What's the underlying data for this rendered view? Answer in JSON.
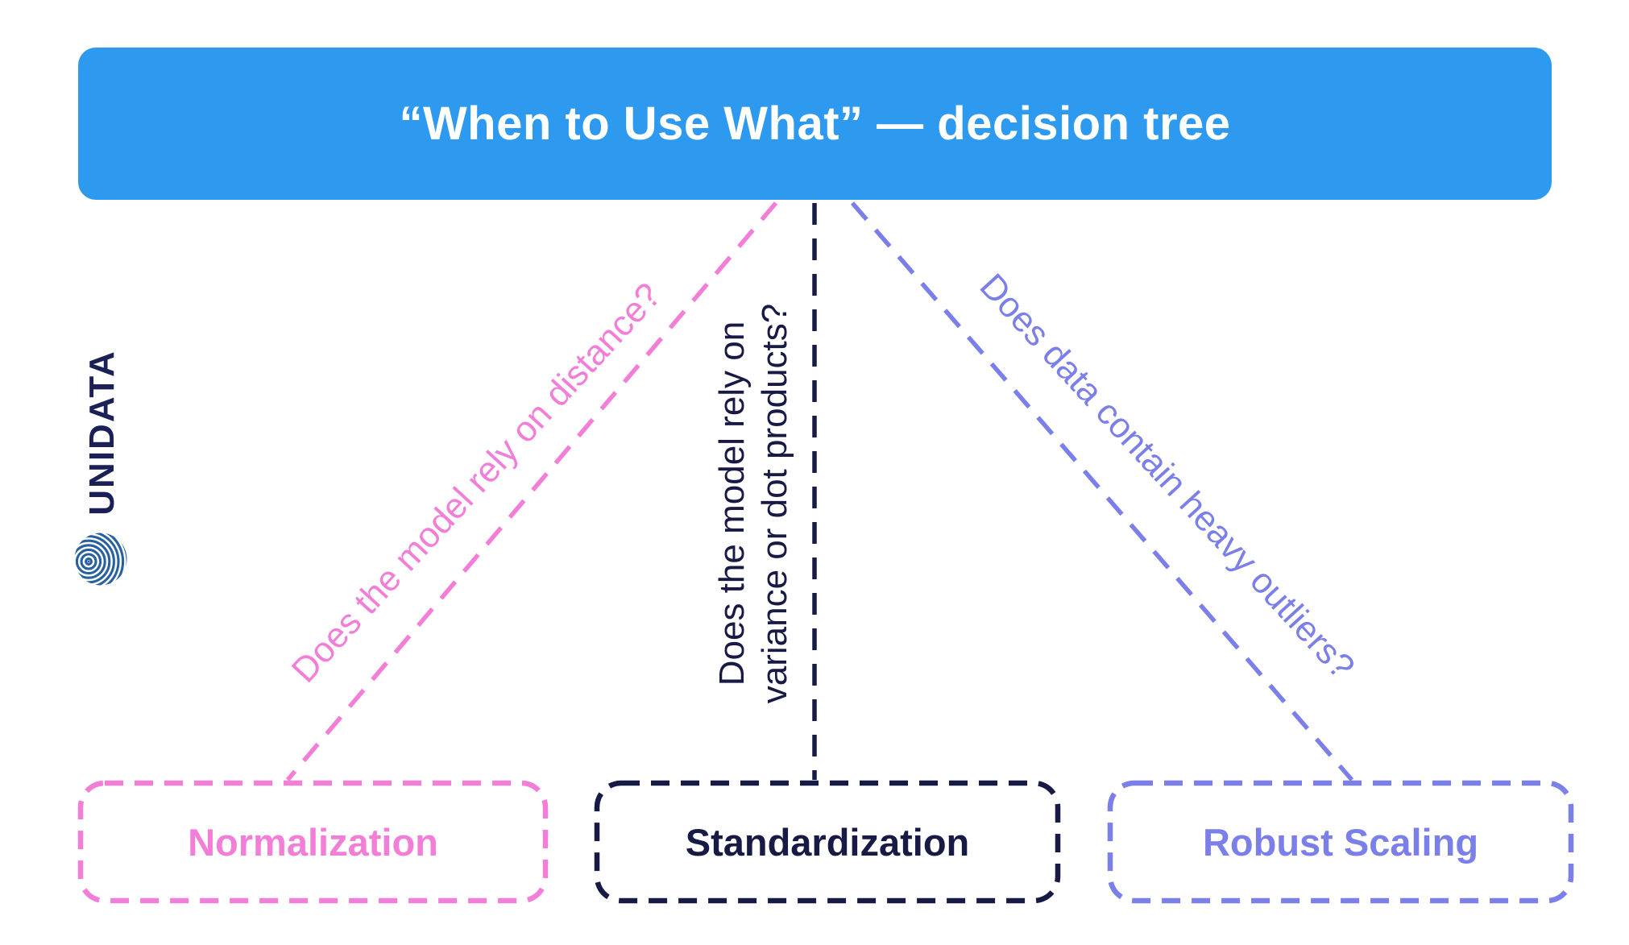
{
  "page": {
    "background_color": "#ffffff"
  },
  "header": {
    "title": "“When to Use What” — decision tree",
    "bg_color": "#2E9AEF",
    "text_color": "#ffffff"
  },
  "logo": {
    "brand": "UNIDATA",
    "icon": "striped-globe-icon",
    "text_color": "#1B2157",
    "icon_color": "#27619F"
  },
  "tree": {
    "branches": [
      {
        "id": "normalization",
        "direction": "left",
        "color": "#F37ED7",
        "question_lines": [
          "Does the model rely on distance?"
        ],
        "answer": "Normalization"
      },
      {
        "id": "standardization",
        "direction": "center",
        "color": "#171A45",
        "question_lines": [
          "Does the model rely on",
          "variance or dot products?"
        ],
        "answer": "Standardization"
      },
      {
        "id": "robust-scaling",
        "direction": "right",
        "color": "#7B7FE9",
        "question_lines": [
          "Does data contain heavy outliers?"
        ],
        "answer": "Robust Scaling"
      }
    ]
  }
}
